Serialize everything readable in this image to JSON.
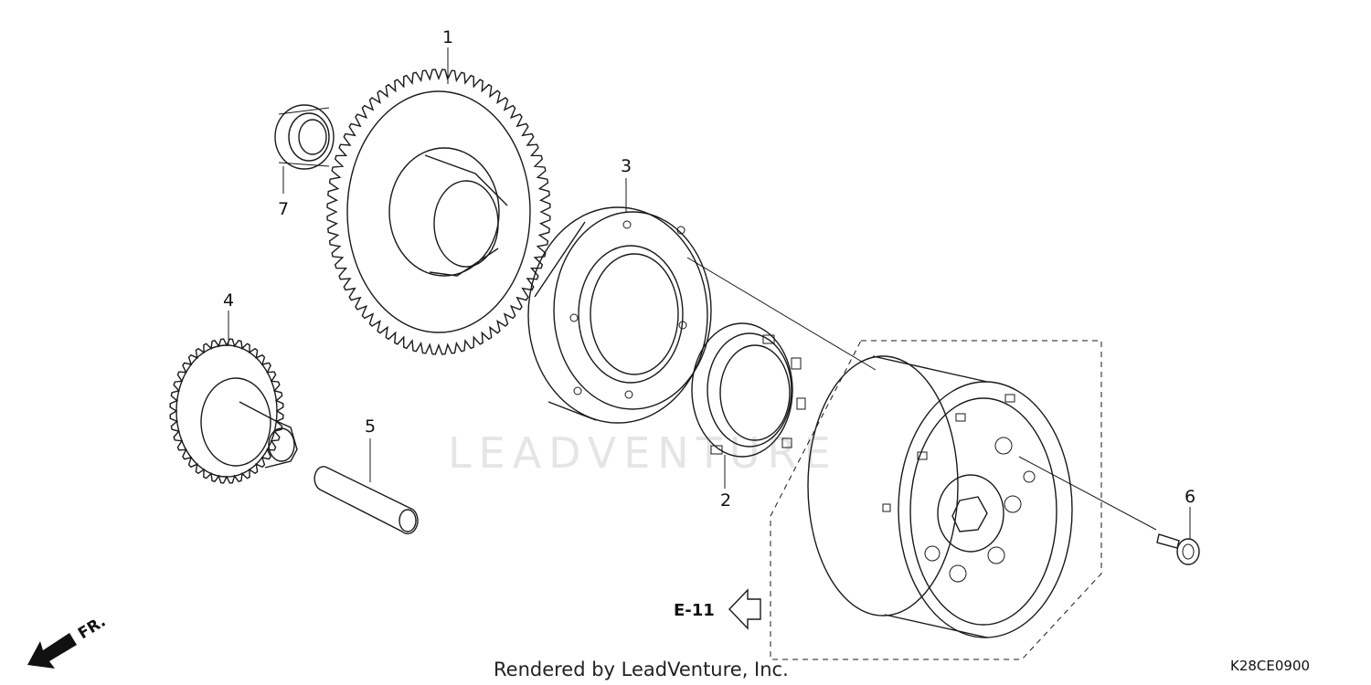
{
  "parts": [
    {
      "ref": "1",
      "icon": "starter-driven-gear"
    },
    {
      "ref": "2",
      "icon": "one-way-clutch"
    },
    {
      "ref": "3",
      "icon": "starter-clutch-outer"
    },
    {
      "ref": "4",
      "icon": "starter-reduction-gear"
    },
    {
      "ref": "5",
      "icon": "reduction-gear-shaft"
    },
    {
      "ref": "6",
      "icon": "flange-bolt"
    },
    {
      "ref": "7",
      "icon": "needle-bearing"
    }
  ],
  "reference": {
    "label": "E-11"
  },
  "direction": {
    "label": "FR."
  },
  "watermark": "LEADVENTURE",
  "footer": {
    "credit": "Rendered by LeadVenture, Inc.",
    "code": "K28CE0900"
  },
  "colors": {
    "line": "#1a1a1a",
    "watermark": "#e3e3e3",
    "background": "#ffffff"
  }
}
